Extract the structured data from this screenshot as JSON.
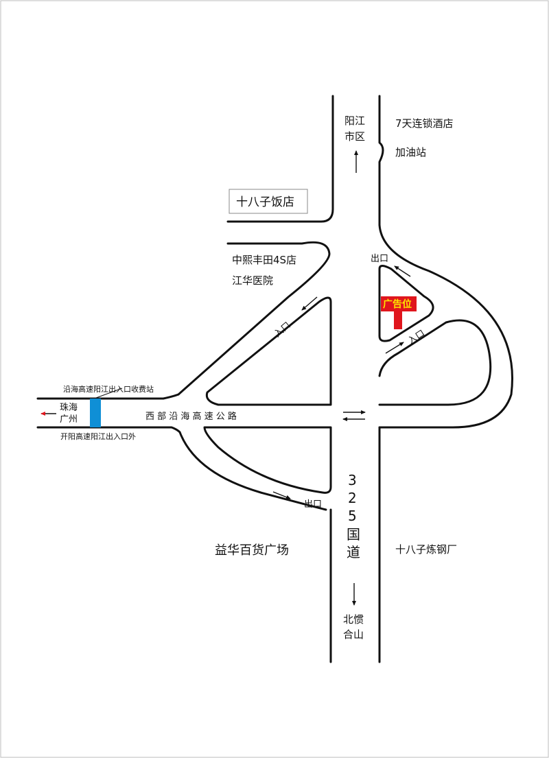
{
  "labels": {
    "yangjiang_city_line1": "阳江",
    "yangjiang_city_line2": "市区",
    "hotel_7days": "7天连锁酒店",
    "gas_station": "加油站",
    "restaurant_18zi": "十八子饭店",
    "zhongxi_toyota": "中熙丰田4S店",
    "jianghua_hospital": "江华医院",
    "exit_top": "出口",
    "ad_position": "广告位",
    "entrance_right": "入口",
    "entrance_left": "入口",
    "toll_station": "沿海高速阳江出入口收费站",
    "zhuhai_line1": "珠海",
    "zhuhai_line2": "广州",
    "western_coastal_expressway": "西 部 沿 海 高 速 公 路",
    "kaiyang_exit": "开阳高速阳江出入口外",
    "exit_bottom": "出口",
    "national_road_325": [
      "3",
      "2",
      "5",
      "国",
      "道"
    ],
    "yihua_plaza": "益华百货广场",
    "steel_plant_18zi": "十八子炼钢厂",
    "beiguan_line1": "北惯",
    "beiguan_line2": "合山"
  },
  "colors": {
    "road": "#111111",
    "ad_red": "#e0161d",
    "ad_text": "#ffe600",
    "toll_blue": "#0f8fd6",
    "zhuhai_arrow": "#e0161d",
    "border": "#bdbdbd"
  }
}
